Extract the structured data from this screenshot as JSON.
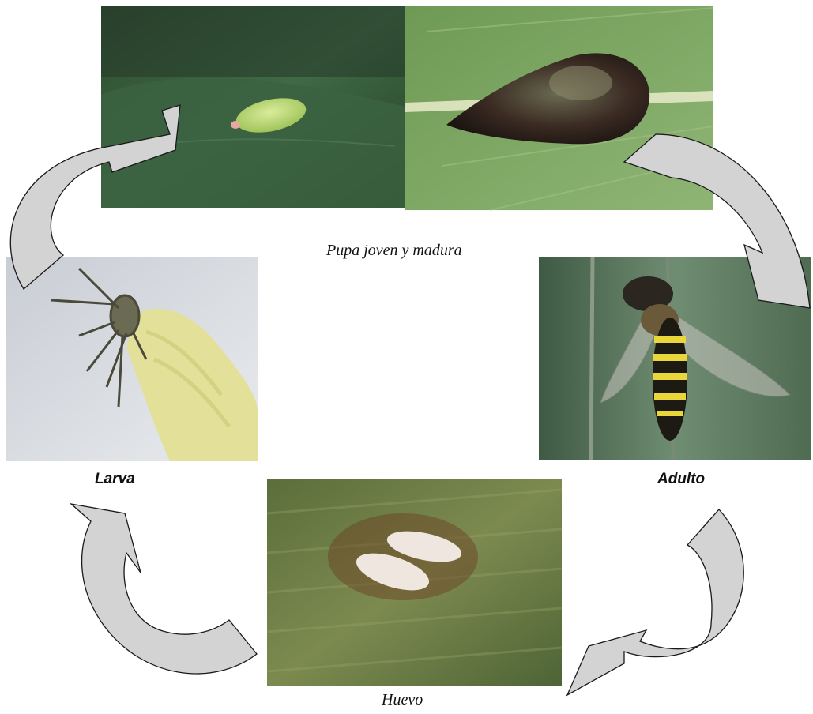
{
  "labels": {
    "pupa": "Pupa joven y madura",
    "larva": "Larva",
    "adult": "Adulto",
    "egg": "Huevo"
  },
  "colors": {
    "leaf_dark": "#2f5a3a",
    "leaf_light": "#7ea267",
    "arrow_fill": "#d3d3d3",
    "arrow_stroke": "#1a1a1a",
    "larva_body": "#e6e39a",
    "hoverfly_yellow": "#e8d63a",
    "egg_fill": "#efe6df"
  },
  "stages": [
    {
      "id": "pupa-young",
      "photo_subject": "young-pupa-on-leaf"
    },
    {
      "id": "pupa-mature",
      "photo_subject": "mature-pupa-on-leaf"
    },
    {
      "id": "adult",
      "photo_subject": "hoverfly-adult"
    },
    {
      "id": "egg",
      "photo_subject": "eggs-on-leaf"
    },
    {
      "id": "larva",
      "photo_subject": "larva-eating-aphid"
    }
  ]
}
